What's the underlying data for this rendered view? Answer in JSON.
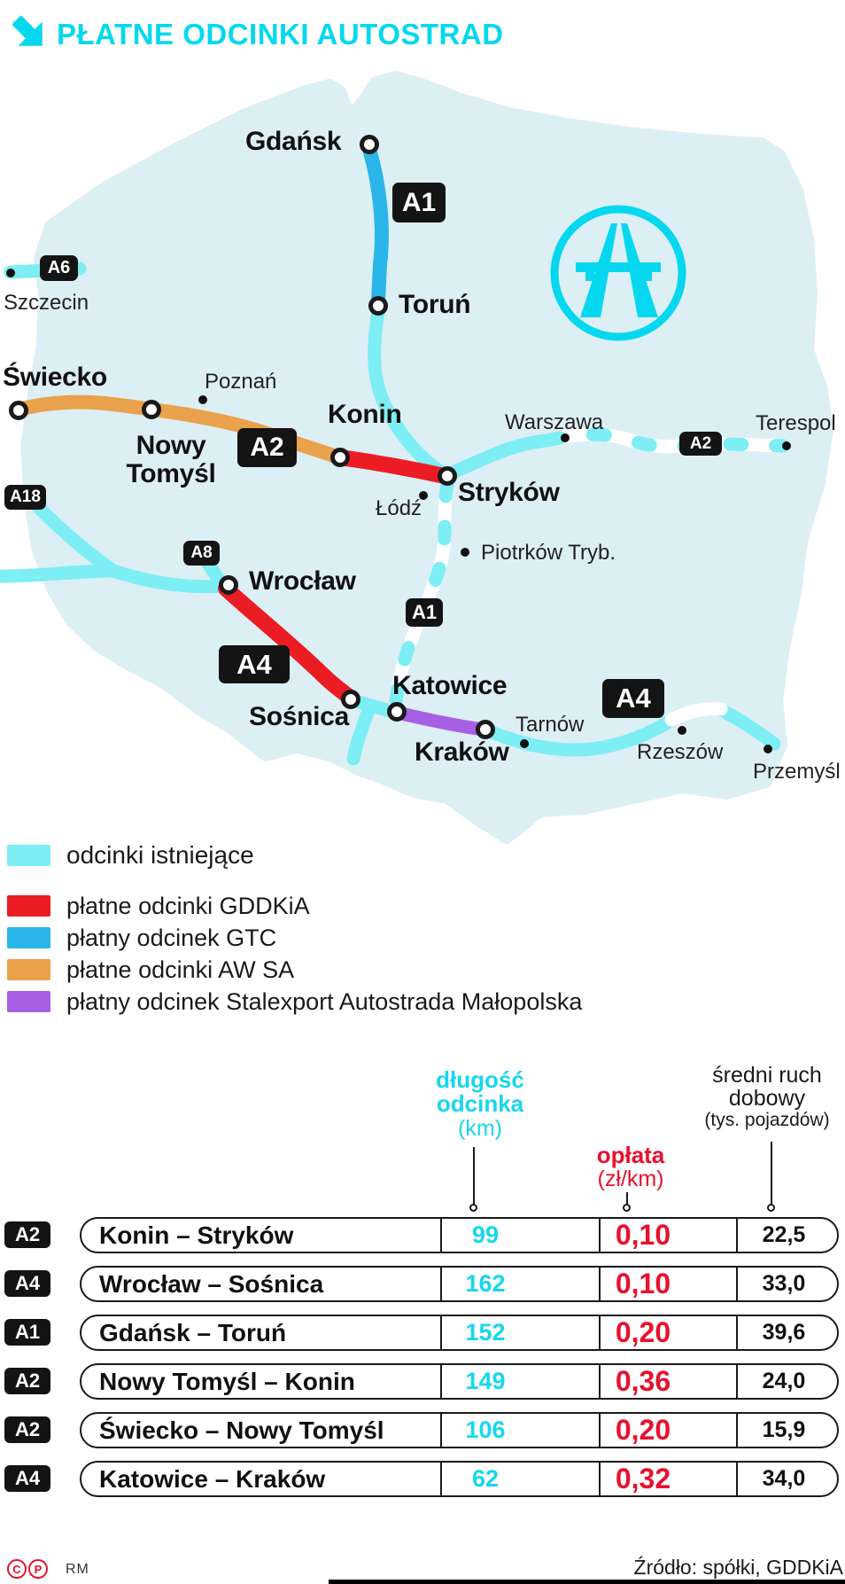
{
  "header": {
    "title": "PŁATNE ODCINKI AUTOSTRAD",
    "accent_color": "#05d8ee"
  },
  "map": {
    "badges": [
      {
        "label": "A1"
      },
      {
        "label": "A6"
      },
      {
        "label": "A2"
      },
      {
        "label": "A18"
      },
      {
        "label": "A8"
      },
      {
        "label": "A1"
      },
      {
        "label": "A4"
      },
      {
        "label": "A4"
      },
      {
        "label": "A2"
      }
    ],
    "major_cities": [
      {
        "name": "Gdańsk"
      },
      {
        "name": "Toruń"
      },
      {
        "name": "Świecko"
      },
      {
        "name": "Nowy Tomyśl"
      },
      {
        "name": "Konin"
      },
      {
        "name": "Stryków"
      },
      {
        "name": "Wrocław"
      },
      {
        "name": "Sośnica"
      },
      {
        "name": "Katowice"
      },
      {
        "name": "Kraków"
      }
    ],
    "minor_cities": [
      {
        "name": "Szczecin"
      },
      {
        "name": "Poznań"
      },
      {
        "name": "Warszawa"
      },
      {
        "name": "Terespol"
      },
      {
        "name": "Łódź"
      },
      {
        "name": "Piotrków Tryb."
      },
      {
        "name": "Tarnów"
      },
      {
        "name": "Rzeszów"
      },
      {
        "name": "Przemyśl"
      }
    ]
  },
  "legend": {
    "items": [
      {
        "label": "odcinki istniejące",
        "color": "#7deef3"
      },
      {
        "label": "płatne odcinki GDDKiA",
        "color": "#ec1c24"
      },
      {
        "label": "płatny odcinek GTC",
        "color": "#2ab6e8"
      },
      {
        "label": "płatne odcinki AW SA",
        "color": "#e9a24b"
      },
      {
        "label": "płatny odcinek Stalexport Autostrada Małopolska",
        "color": "#a75fe6"
      }
    ]
  },
  "table": {
    "headers": {
      "length": {
        "title": "długość odcinka",
        "unit": "(km)",
        "color": "#17d6ee"
      },
      "toll": {
        "title": "opłata",
        "unit": "(zł/km)",
        "color": "#e8112d"
      },
      "traffic": {
        "title": "średni ruch dobowy",
        "unit": "(tys. pojazdów)",
        "color": "#1a1a1a"
      }
    },
    "rows": [
      {
        "badge": "A2",
        "route": "Konin – Stryków",
        "length": "99",
        "toll": "0,10",
        "traffic": "22,5"
      },
      {
        "badge": "A4",
        "route": "Wrocław – Sośnica",
        "length": "162",
        "toll": "0,10",
        "traffic": "33,0"
      },
      {
        "badge": "A1",
        "route": "Gdańsk – Toruń",
        "length": "152",
        "toll": "0,20",
        "traffic": "39,6"
      },
      {
        "badge": "A2",
        "route": "Nowy Tomyśl – Konin",
        "length": "149",
        "toll": "0,36",
        "traffic": "24,0"
      },
      {
        "badge": "A2",
        "route": "Świecko – Nowy Tomyśl",
        "length": "106",
        "toll": "0,20",
        "traffic": "15,9"
      },
      {
        "badge": "A4",
        "route": "Katowice – Kraków",
        "length": "62",
        "toll": "0,32",
        "traffic": "34,0"
      }
    ]
  },
  "footer": {
    "copyright_c": "C",
    "copyright_p": "P",
    "credit": "RM",
    "source": "Źródło: spółki, GDDKiA"
  }
}
